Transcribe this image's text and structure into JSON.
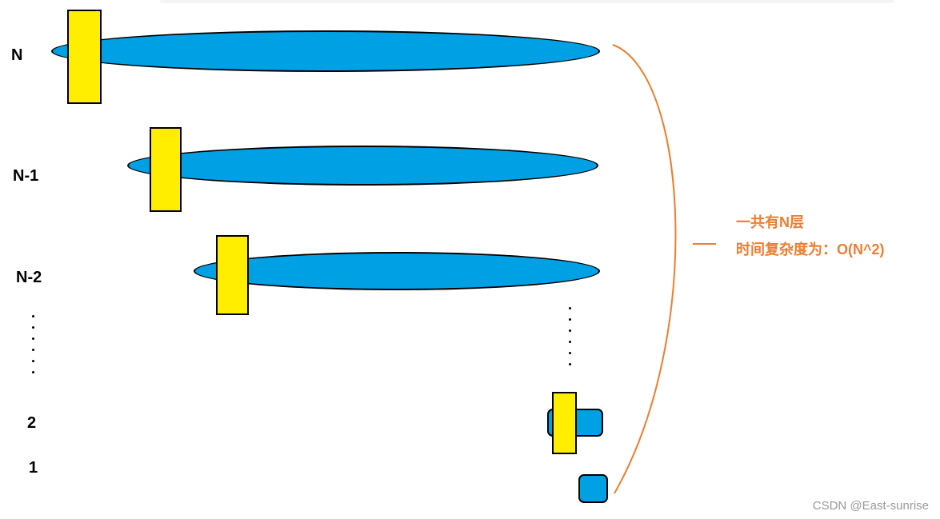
{
  "levels": {
    "n": "N",
    "n_minus_1": "N-1",
    "n_minus_2": "N-2",
    "two": "2",
    "one": "1"
  },
  "annotation": {
    "line1": "一共有N层",
    "line2": "时间复杂度为：O(N^2)"
  },
  "watermark": "CSDN @East-sunrise",
  "colors": {
    "bar": "#00a0e4",
    "block": "#ffee00",
    "brace": "#ed7d31",
    "annotation": "#ed7d31"
  }
}
